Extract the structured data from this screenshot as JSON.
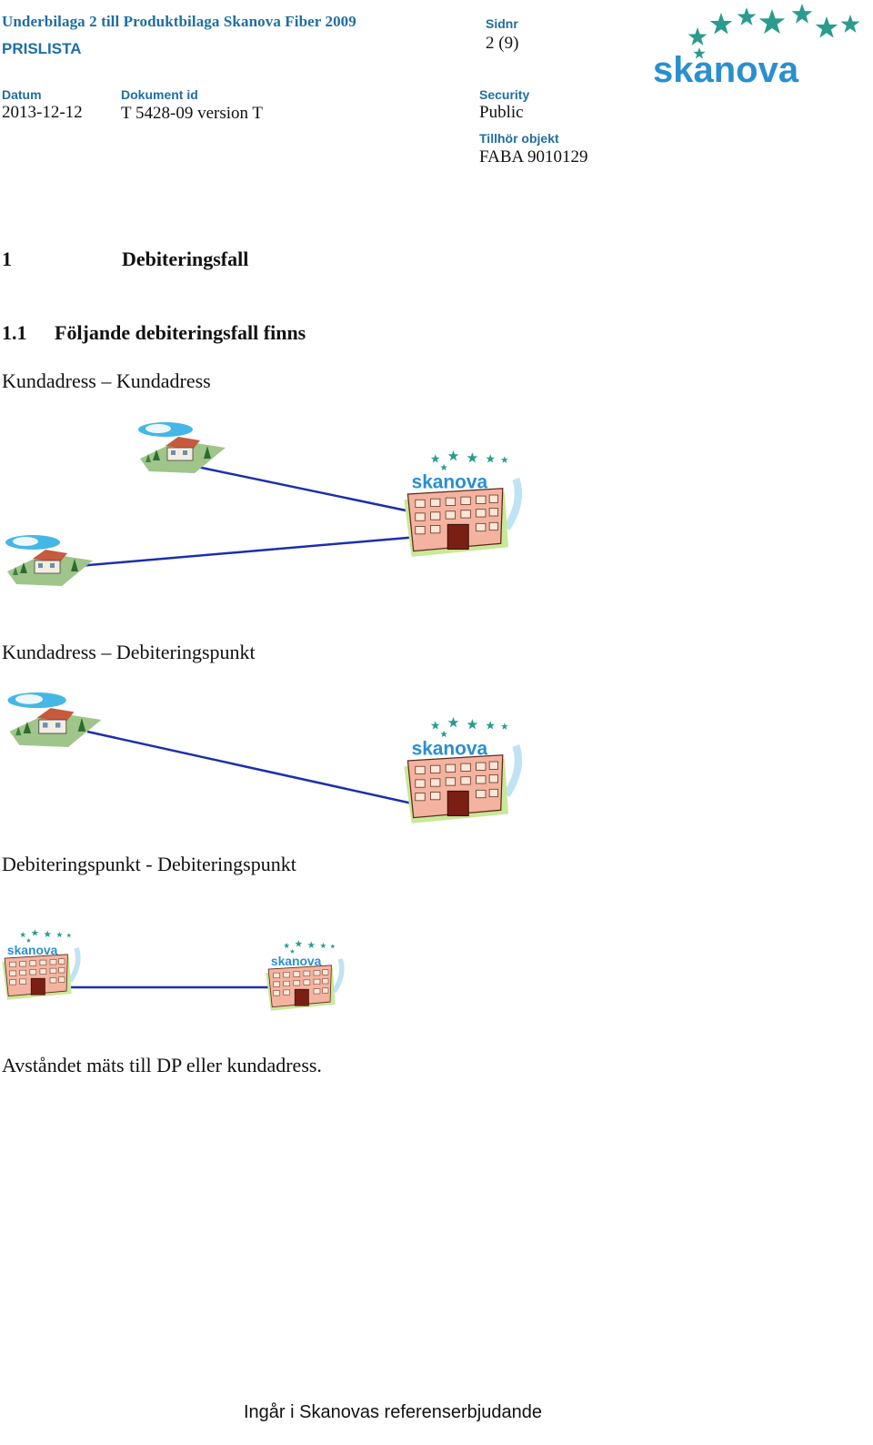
{
  "header": {
    "title": "Underbilaga 2 till Produktbilaga Skanova Fiber 2009",
    "subtitle": "PRISLISTA",
    "sidnr_label": "Sidnr",
    "sidnr_value": "2 (9)",
    "datum_label": "Datum",
    "datum_value": "2013-12-12",
    "dokument_label": "Dokument id",
    "dokument_value": "T 5428-09  version T",
    "security_label": "Security",
    "security_value": "Public",
    "tillhor_label": "Tillhör objekt",
    "tillhor_value": "FABA 9010129",
    "logo_text": "skanova"
  },
  "content": {
    "section1_number": "1",
    "section1_title": "Debiteringsfall",
    "section11_number": "1.1",
    "section11_title": "Följande debiteringsfall finns",
    "case1_label": "Kundadress  – Kundadress",
    "case2_label": "Kundadress  – Debiteringspunkt",
    "case3_label": "Debiteringspunkt   - Debiteringspunkt",
    "conclusion": "Avståndet mäts till  DP eller kundadress.",
    "building_logo_text": "skanova"
  },
  "footer": {
    "text": "Ingår i Skanovas referenserbjudande"
  },
  "colors": {
    "brand_blue": "#1f6ea3",
    "logo_blue": "#2a8fd0",
    "star_teal": "#2b9b8e",
    "connector_line": "#1c2faa",
    "building_fill": "#f4b3a0",
    "house_roof": "#c75a3d"
  }
}
